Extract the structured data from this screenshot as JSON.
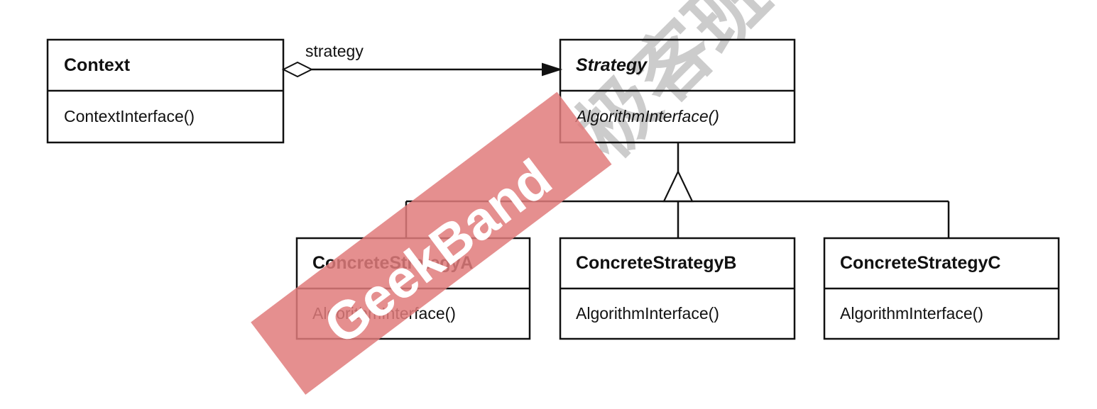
{
  "classes": {
    "context": {
      "name": "Context",
      "operation": "ContextInterface()",
      "abstract": false
    },
    "strategy": {
      "name": "Strategy",
      "operation": "AlgorithmInterface()",
      "abstract": true
    },
    "concrete_a": {
      "name": "ConcreteStrategyA",
      "operation": "AlgorithmInterface()",
      "abstract": false
    },
    "concrete_b": {
      "name": "ConcreteStrategyB",
      "operation": "AlgorithmInterface()",
      "abstract": false
    },
    "concrete_c": {
      "name": "ConcreteStrategyC",
      "operation": "AlgorithmInterface()",
      "abstract": false
    }
  },
  "relations": {
    "aggregation": {
      "from": "Context",
      "to": "Strategy",
      "label": "strategy"
    },
    "inheritance": {
      "parent": "Strategy",
      "children": [
        "ConcreteStrategyA",
        "ConcreteStrategyB",
        "ConcreteStrategyC"
      ]
    }
  },
  "watermark": {
    "brand": "GeekBand",
    "cn": "极客班",
    "band_color": "#e07b7b"
  }
}
